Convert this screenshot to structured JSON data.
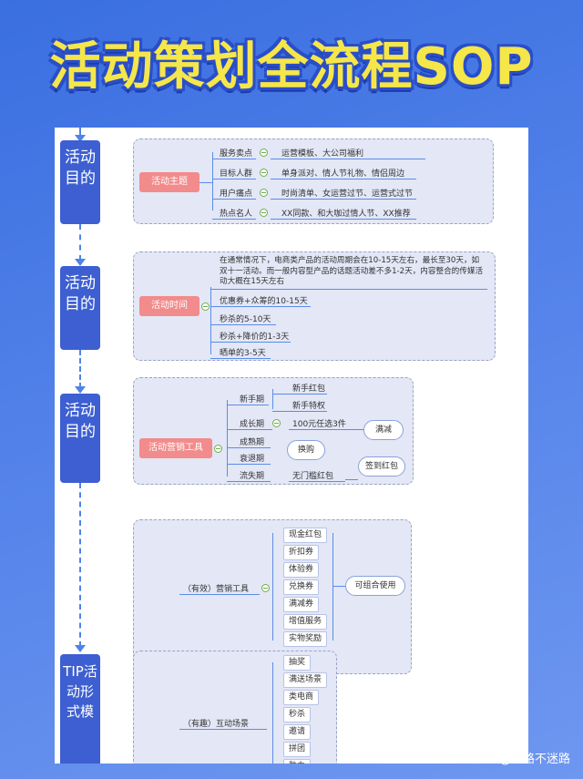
{
  "title": "活动策划全流程SOP",
  "sidebar_blocks": [
    {
      "label": "活动目的"
    },
    {
      "label": "活动目的"
    },
    {
      "label": "活动目的"
    },
    {
      "label": "TIP活动形式模"
    }
  ],
  "theme": {
    "root": "活动主题",
    "items": [
      {
        "label": "服务卖点",
        "value": "运营模板、大公司福利"
      },
      {
        "label": "目标人群",
        "value": "单身派对、情人节礼物、情侣周边"
      },
      {
        "label": "用户痛点",
        "value": "时尚清单、女运营过节、运营式过节"
      },
      {
        "label": "热点名人",
        "value": "XX同款、和大咖过情人节、XX推荐"
      }
    ]
  },
  "timing": {
    "root": "活动时间",
    "intro": "在通常情况下，电商类产品的活动周期会在10-15天左右，最长至30天，如双十一活动。而一般内容型产品的话题活动差不多1-2天，内容整合的传媒活动大概在15天左右",
    "items": [
      "优惠券+众筹的10-15天",
      "秒杀的5-10天",
      "秒杀+降价的1-3天",
      "晒单的3-5天"
    ]
  },
  "tools": {
    "root": "活动营销工具",
    "stages": [
      "新手期",
      "成长期",
      "成熟期",
      "衰退期",
      "流失期"
    ],
    "newbie": [
      "新手红包",
      "新手特权"
    ],
    "growth": "100元任选3件",
    "swap": "换购",
    "no_threshold": "无门槛红包",
    "full_reduce": "满减",
    "checkin": "签到红包"
  },
  "forms": {
    "effective": {
      "root": "（有效）营销工具",
      "items": [
        "现金红包",
        "折扣券",
        "体验券",
        "兑换券",
        "满减券",
        "增值服务",
        "实物奖励"
      ],
      "note": "可组合使用"
    },
    "fun": {
      "root": "（有趣）互动场景",
      "items": [
        "抽奖",
        "满送场景",
        "类电商",
        "秒杀",
        "邀请",
        "拼团",
        "助力"
      ]
    }
  },
  "watermark": "头条 @小路不迷路",
  "colors": {
    "accent": "#3d5fd1",
    "title": "#f5e64a",
    "pill": "#f28b8b"
  }
}
